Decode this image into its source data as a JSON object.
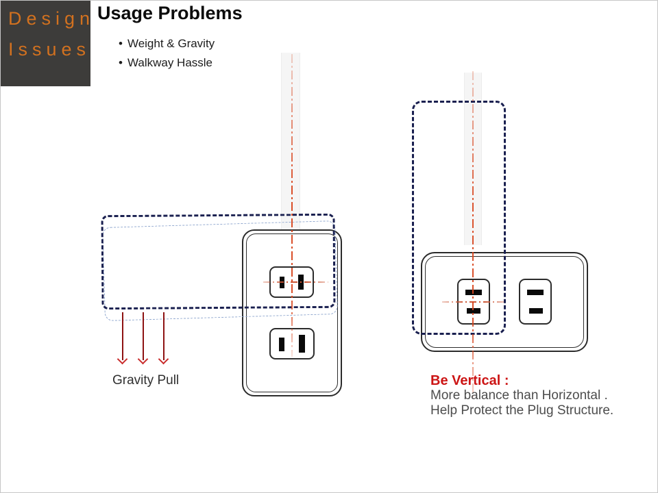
{
  "logo": {
    "line1": "Design",
    "line2": "Issues"
  },
  "header": {
    "title": "Usage Problems",
    "bullet_char": "•",
    "bullets": [
      "Weight & Gravity",
      "Walkway Hassle"
    ]
  },
  "left_diagram": {
    "label": "Gravity Pull"
  },
  "right_diagram": {
    "heading": "Be Vertical :",
    "note_line1": "More balance than Horizontal .",
    "note_line2": "Help Protect the Plug Structure."
  },
  "colors": {
    "logo_bg": "#3d3c3a",
    "logo_text": "#d2711f",
    "navy_dash": "#1a2050",
    "light_blue_dash": "#8ea6ce",
    "centerline_red": "#d8441c",
    "crosshair_orange": "#cc5533",
    "arrow_shaft_red": "#8d1212",
    "arrow_head_red": "#c92c2c",
    "heading_red": "#cc1414",
    "note_gray": "#4c4c4c",
    "outline_dark": "#2b2b2b"
  }
}
